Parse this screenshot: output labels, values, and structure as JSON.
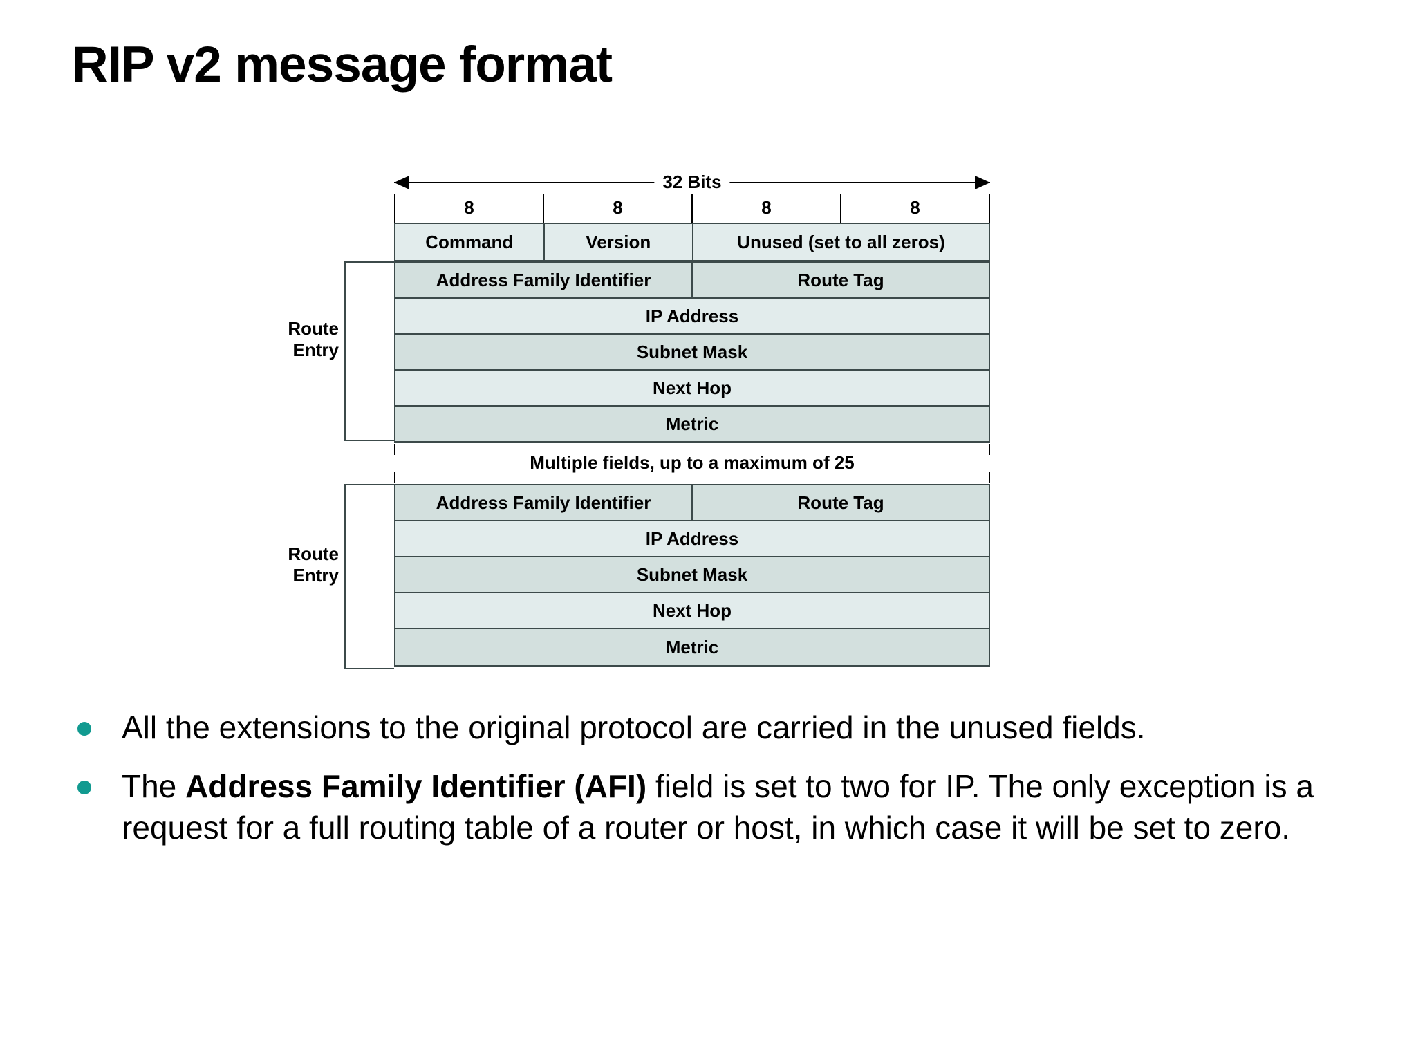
{
  "slide": {
    "title": "RIP v2 message format"
  },
  "diagram": {
    "bits_label": "32 Bits",
    "bit_widths": [
      "8",
      "8",
      "8",
      "8"
    ],
    "header_row": {
      "command": "Command",
      "version": "Version",
      "unused": "Unused (set to all zeros)"
    },
    "route_entry_label_line1": "Route",
    "route_entry_label_line2": "Entry",
    "entry_fields": {
      "afi": "Address Family Identifier",
      "route_tag": "Route Tag",
      "ip_address": "IP Address",
      "subnet_mask": "Subnet Mask",
      "next_hop": "Next Hop",
      "metric": "Metric"
    },
    "separator_text": "Multiple fields, up to a maximum of 25",
    "colors": {
      "row_light": "#e2ecec",
      "row_dark": "#d3e0de",
      "border": "#3c4a4a"
    }
  },
  "bullets": [
    {
      "before": "All the extensions to the original protocol are carried in the unused fields.",
      "bold": "",
      "after": ""
    },
    {
      "before": "The ",
      "bold": "Address Family Identifier (AFI)",
      "after": " field is set to two for IP. The only exception is a request for a full routing table of a router or host, in which case it will be set to zero."
    }
  ],
  "theme": {
    "bullet_color": "#119a90",
    "text_color": "#000000",
    "background": "#ffffff"
  }
}
